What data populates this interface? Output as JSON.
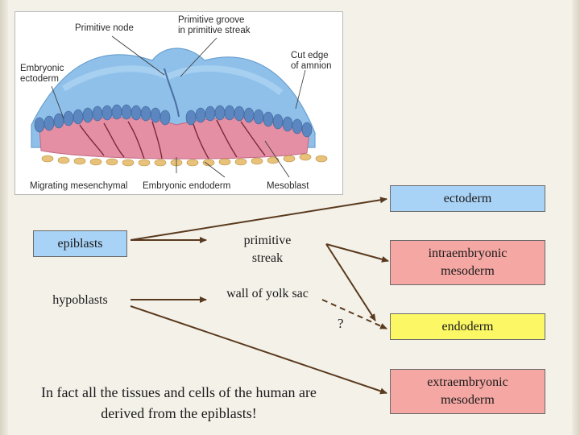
{
  "figure": {
    "labels": {
      "primitive_node": "Primitive node",
      "primitive_groove": "Primitive groove\nin primitive streak",
      "embryonic_ectoderm": "Embryonic\nectoderm",
      "cut_edge_amnion": "Cut edge\nof amnion",
      "migrating_mesenchymal": "Migrating mesenchymal",
      "embryonic_endoderm": "Embryonic endoderm",
      "mesoblast": "Mesoblast"
    }
  },
  "boxes": {
    "epiblasts": "epiblasts",
    "hypoblasts": "hypoblasts",
    "primitive_streak": "primitive streak",
    "wall_yolk_sac": "wall of yolk sac",
    "ectoderm": "ectoderm",
    "intraembryonic_mesoderm": "intraembryonic mesoderm",
    "endoderm": "endoderm",
    "extraembryonic_mesoderm": "extraembryonic mesoderm"
  },
  "question_mark": "?",
  "footnote": "In fact all the tissues and cells of the human are derived from the epiblasts!",
  "colors": {
    "blue_box": "#a9d3f6",
    "salmon_box": "#f4a7a3",
    "yellow_box": "#fbf765",
    "arrow": "#5a3a1e"
  }
}
